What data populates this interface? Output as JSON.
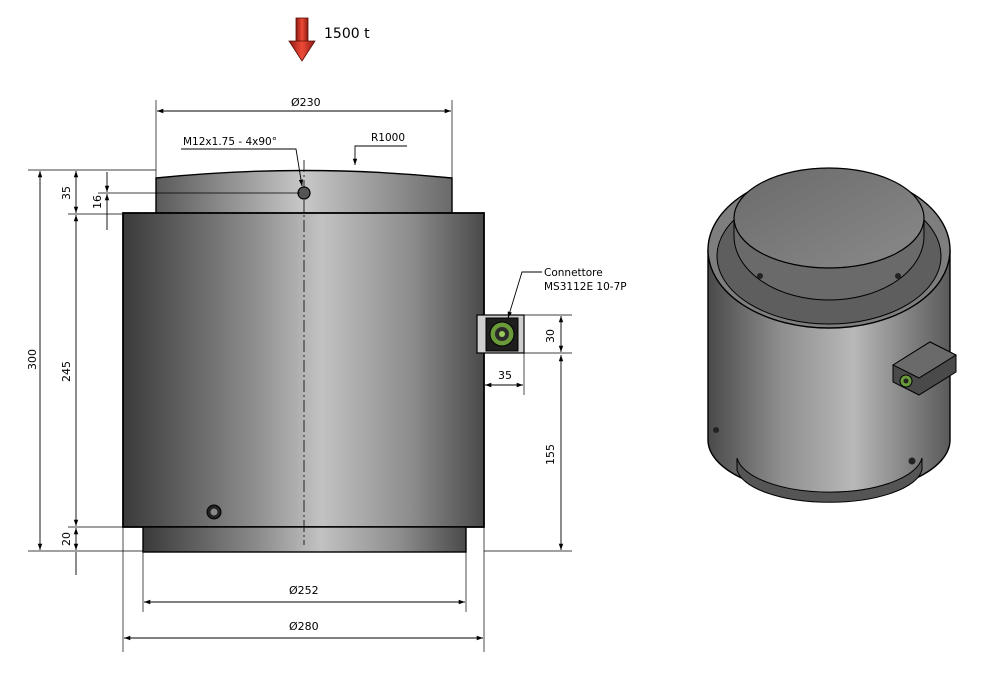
{
  "load": {
    "label": "1500 t",
    "arrow_icon": "red-down-arrow-icon",
    "color": "#d9261c"
  },
  "dimensions": {
    "top_diameter": "Ø230",
    "bottom_diameter_inner": "Ø252",
    "body_diameter": "Ø280",
    "thread": "M12x1.75 - 4x90°",
    "radius": "R1000",
    "total_height": "300",
    "top_height": "35",
    "hole_offset": "16",
    "body_height": "245",
    "base_height": "20",
    "connector_height": "30",
    "connector_depth": "35",
    "connector_position": "155"
  },
  "connector": {
    "line1": "Connettore",
    "line2": "MS3112E 10-7P"
  },
  "colors": {
    "body_dark": "#3c3c3c",
    "body_light": "#b4b4b4",
    "connector_green": "#6a9a3a"
  }
}
